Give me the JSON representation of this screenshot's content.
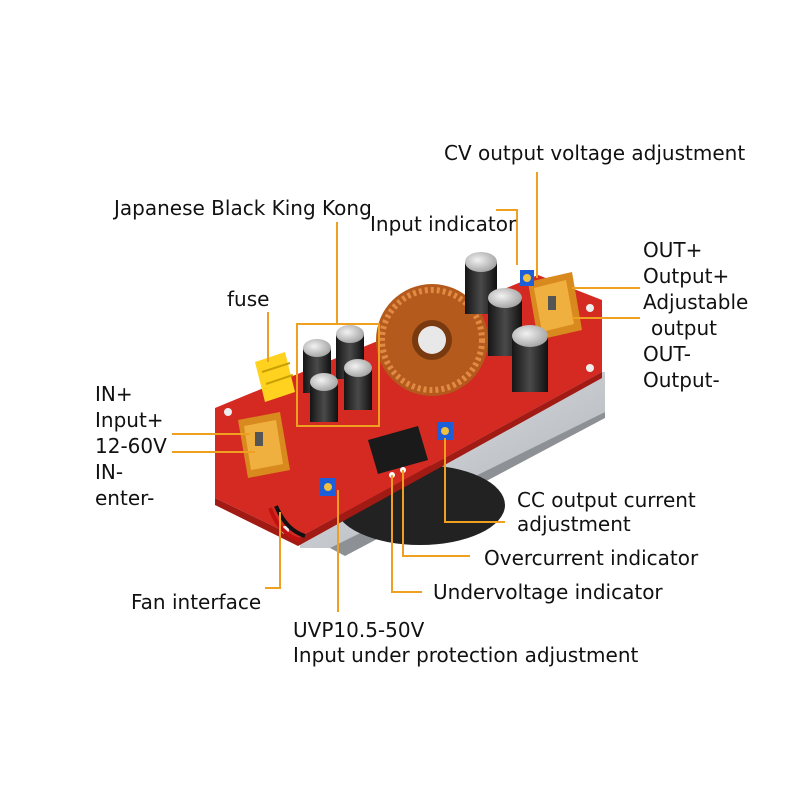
{
  "colors": {
    "leader": "#f0a020",
    "board": "#d42a22",
    "heatsink": "#c9ccd1",
    "copper": "#c46a2a"
  },
  "labels": {
    "cv_adjust": "CV output voltage adjustment",
    "japanese_caps": "Japanese Black King Kong",
    "input_indicator": "Input indicator",
    "fuse": "fuse",
    "out_plus": "OUT+",
    "output_plus": "Output+",
    "adjustable": "Adjustable",
    "output": "output",
    "out_minus": "OUT-",
    "output_minus": "Output-",
    "in_plus": "IN+",
    "input_plus": "Input+",
    "voltage_range": "12-60V",
    "in_minus": "IN-",
    "enter_minus": "enter-",
    "cc_adjust_1": "CC output current",
    "cc_adjust_2": "adjustment",
    "overcurrent": "Overcurrent indicator",
    "undervoltage": "Undervoltage indicator",
    "fan_interface": "Fan interface",
    "uvp_range": "UVP10.5-50V",
    "uvp_adjust": "Input under protection adjustment"
  }
}
